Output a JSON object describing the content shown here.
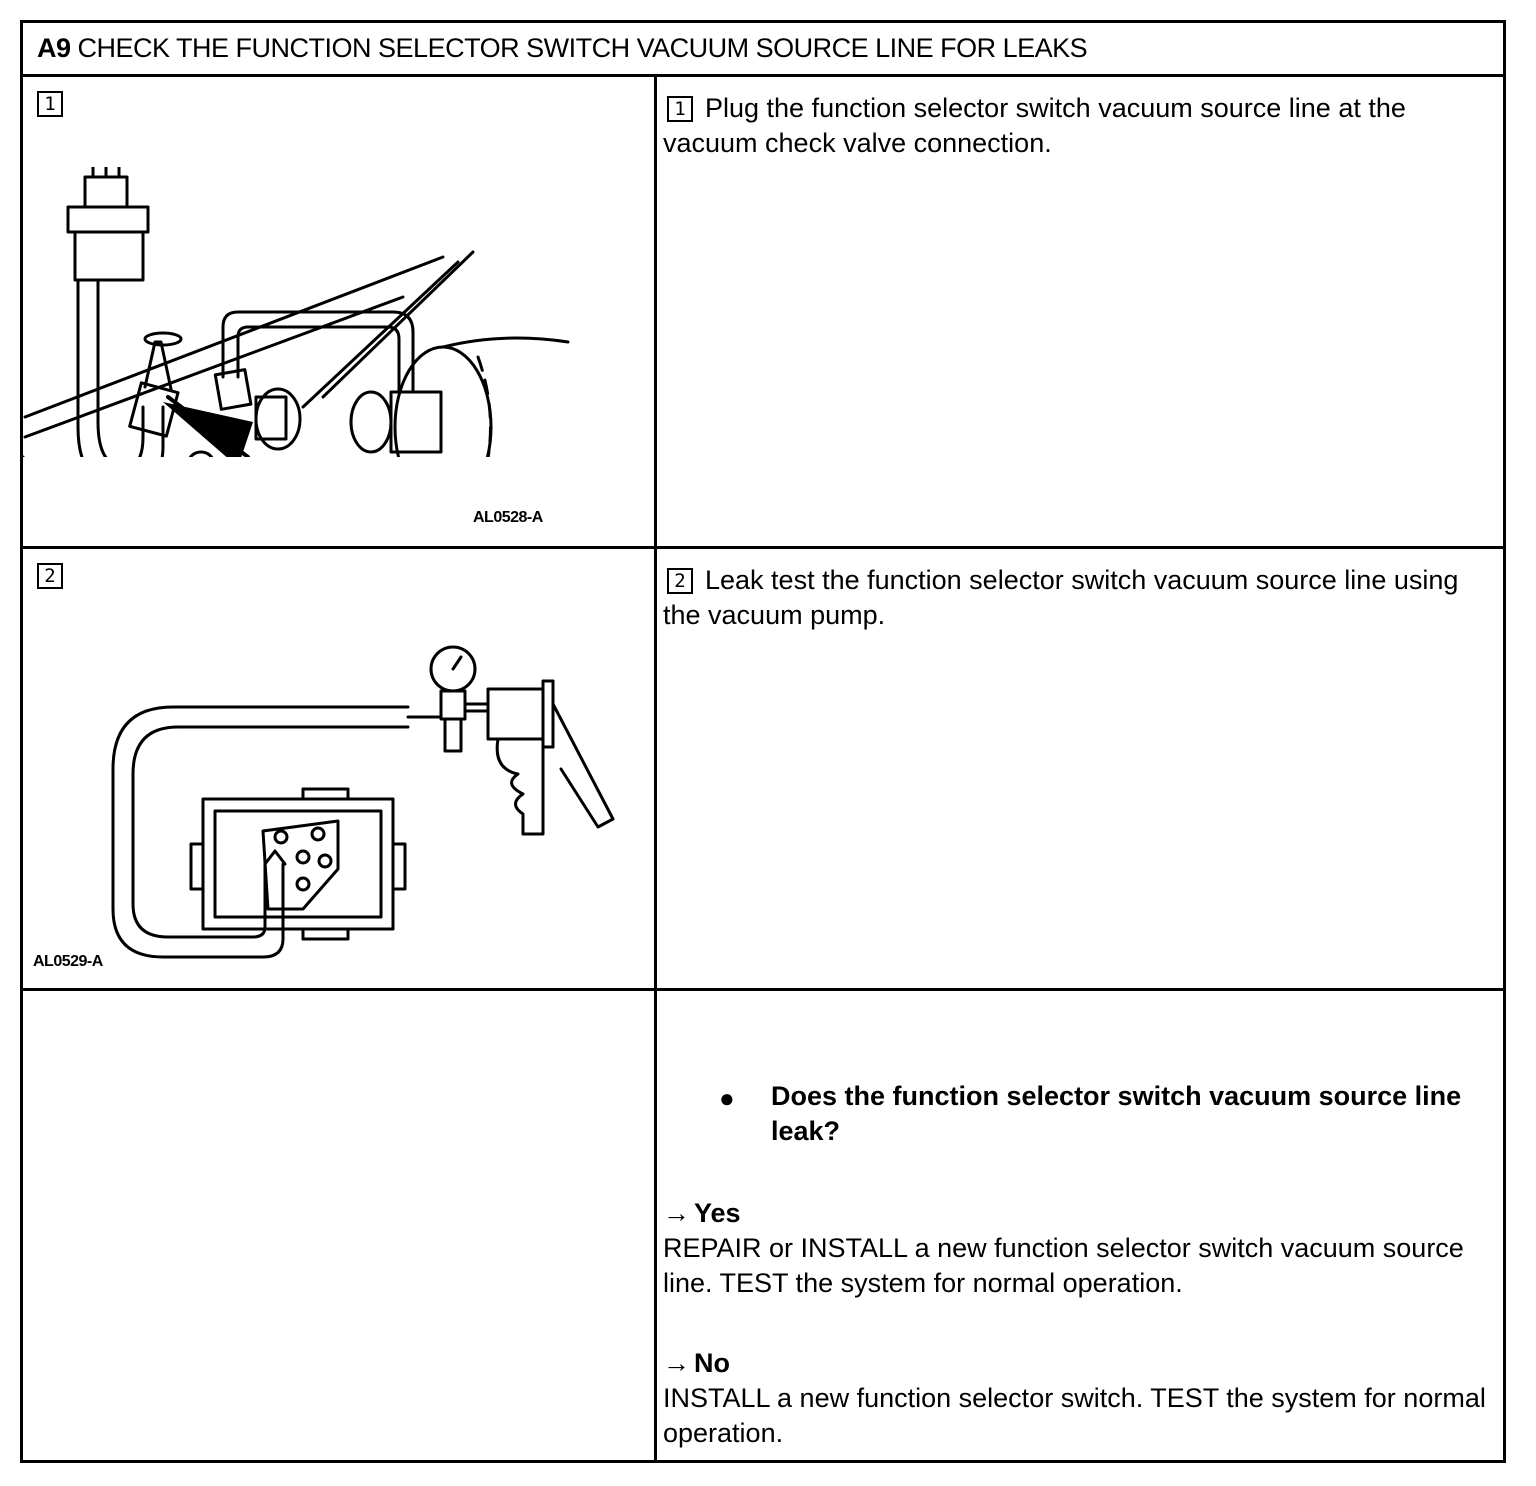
{
  "title": {
    "code": "A9",
    "text": "CHECK THE FUNCTION SELECTOR SWITCH VACUUM SOURCE LINE FOR LEAKS"
  },
  "steps": [
    {
      "number": "1",
      "figure_label": "AL0528-A",
      "instruction": "Plug the function selector switch vacuum source line at the vacuum check valve connection."
    },
    {
      "number": "2",
      "figure_label": "AL0529-A",
      "instruction": "Leak test the function selector switch vacuum source line using the vacuum pump."
    }
  ],
  "question": "Does the function selector switch vacuum source line leak?",
  "results": [
    {
      "arrow": "→",
      "answer": "Yes",
      "action": "REPAIR or INSTALL a new function selector switch vacuum source line. TEST the system for normal operation."
    },
    {
      "arrow": "→",
      "answer": "No",
      "action": "INSTALL a new function selector switch. TEST the system for normal operation."
    }
  ]
}
